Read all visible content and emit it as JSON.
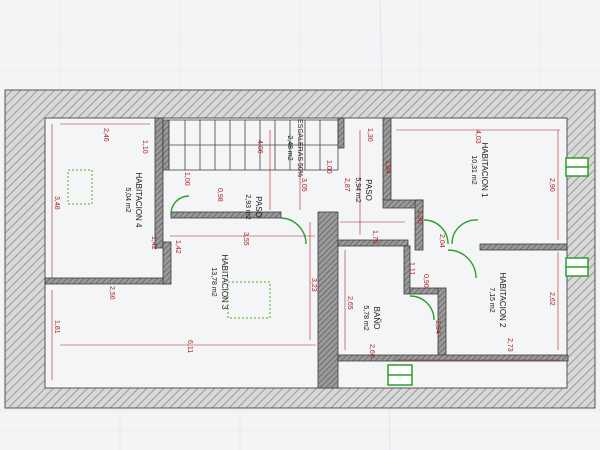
{
  "rooms": {
    "h4": {
      "name": "HABITACION 4",
      "area": "5,04 m2"
    },
    "h3": {
      "name": "HABITACION 3",
      "area": "13,78 m2"
    },
    "h1": {
      "name": "HABITACION 1",
      "area": "10,31 m2"
    },
    "h2": {
      "name": "HABITACION 2",
      "area": "7,15 m2"
    },
    "paso1": {
      "name": "PASO",
      "area": "2,93 m2"
    },
    "paso2": {
      "name": "PASO",
      "area": "5,94 m2"
    },
    "bano": {
      "name": "BAÑO",
      "area": "5,78 m2"
    },
    "escaleras": {
      "name": "ESCALERAS 50%",
      "area": "2,48 m2"
    }
  },
  "dimensions": {
    "d_246": "2,46",
    "d_348": "3,48",
    "d_110": "1,10",
    "d_100a": "1,00",
    "d_098": "0,98",
    "d_142a": "1,42",
    "d_142b": "1,42",
    "d_256": "2,56",
    "d_181": "1,81",
    "d_611": "6,11",
    "d_323": "3,23",
    "d_355": "3,55",
    "d_305": "3,05",
    "d_406": "4,06",
    "d_100b": "1,00",
    "d_287": "2,87",
    "d_130a": "1,30",
    "d_184": "1,84",
    "d_403": "4,03",
    "d_290": "2,90",
    "d_130b": "1,30",
    "d_204": "2,04",
    "d_170": "1,70",
    "d_111": "1,11",
    "d_090": "0,90",
    "d_265": "2,65",
    "d_260": "2,60",
    "d_154": "1,54",
    "d_273": "2,73",
    "d_262": "2,62"
  },
  "colors": {
    "wall": "#6d6d6d",
    "hatch": "#8a8a8a",
    "dimension": "#b02020",
    "door": "#2aa02a",
    "paper": "#f3f4f6"
  }
}
